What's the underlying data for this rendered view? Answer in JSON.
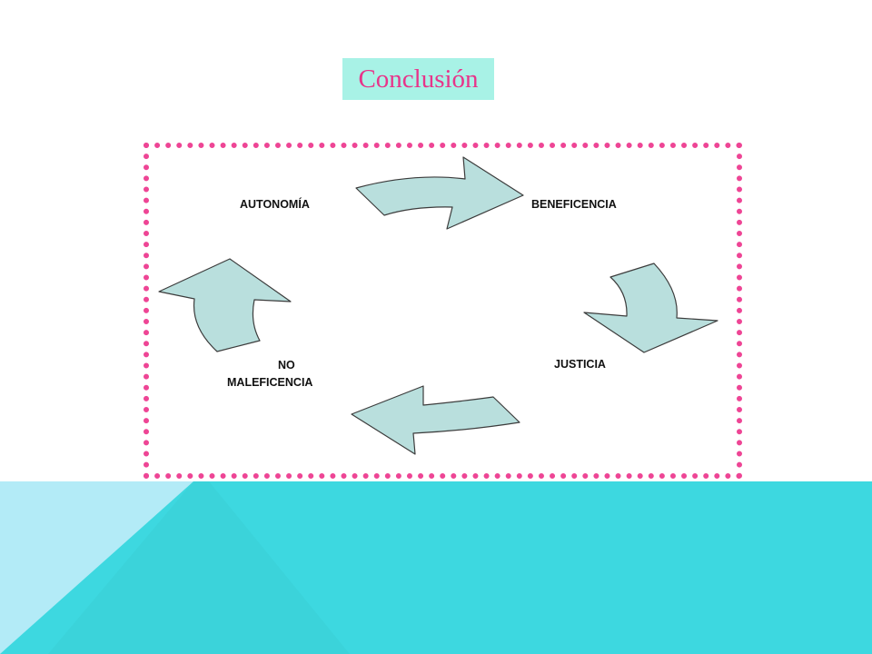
{
  "slide": {
    "title": "Conclusión"
  },
  "diagram": {
    "nodes": [
      {
        "id": "autonomia",
        "label": "AUTONOMÍA"
      },
      {
        "id": "beneficencia",
        "label": "BENEFICENCIA"
      },
      {
        "id": "justicia",
        "label": "JUSTICIA"
      },
      {
        "id": "no-maleficencia",
        "label_line1": "NO",
        "label_line2": "MALEFICENCIA"
      }
    ],
    "edges": [
      {
        "from": "autonomia",
        "to": "beneficencia"
      },
      {
        "from": "beneficencia",
        "to": "justicia"
      },
      {
        "from": "justicia",
        "to": "no-maleficencia"
      },
      {
        "from": "no-maleficencia",
        "to": "autonomia"
      }
    ]
  },
  "colors": {
    "title_text": "#e8348a",
    "title_background": "#a8f2e6",
    "frame_border": "#ee4595",
    "arrow_fill": "#b9dfdd",
    "footer_light": "#b3ebf7",
    "footer_main": "#3dd8e0"
  }
}
